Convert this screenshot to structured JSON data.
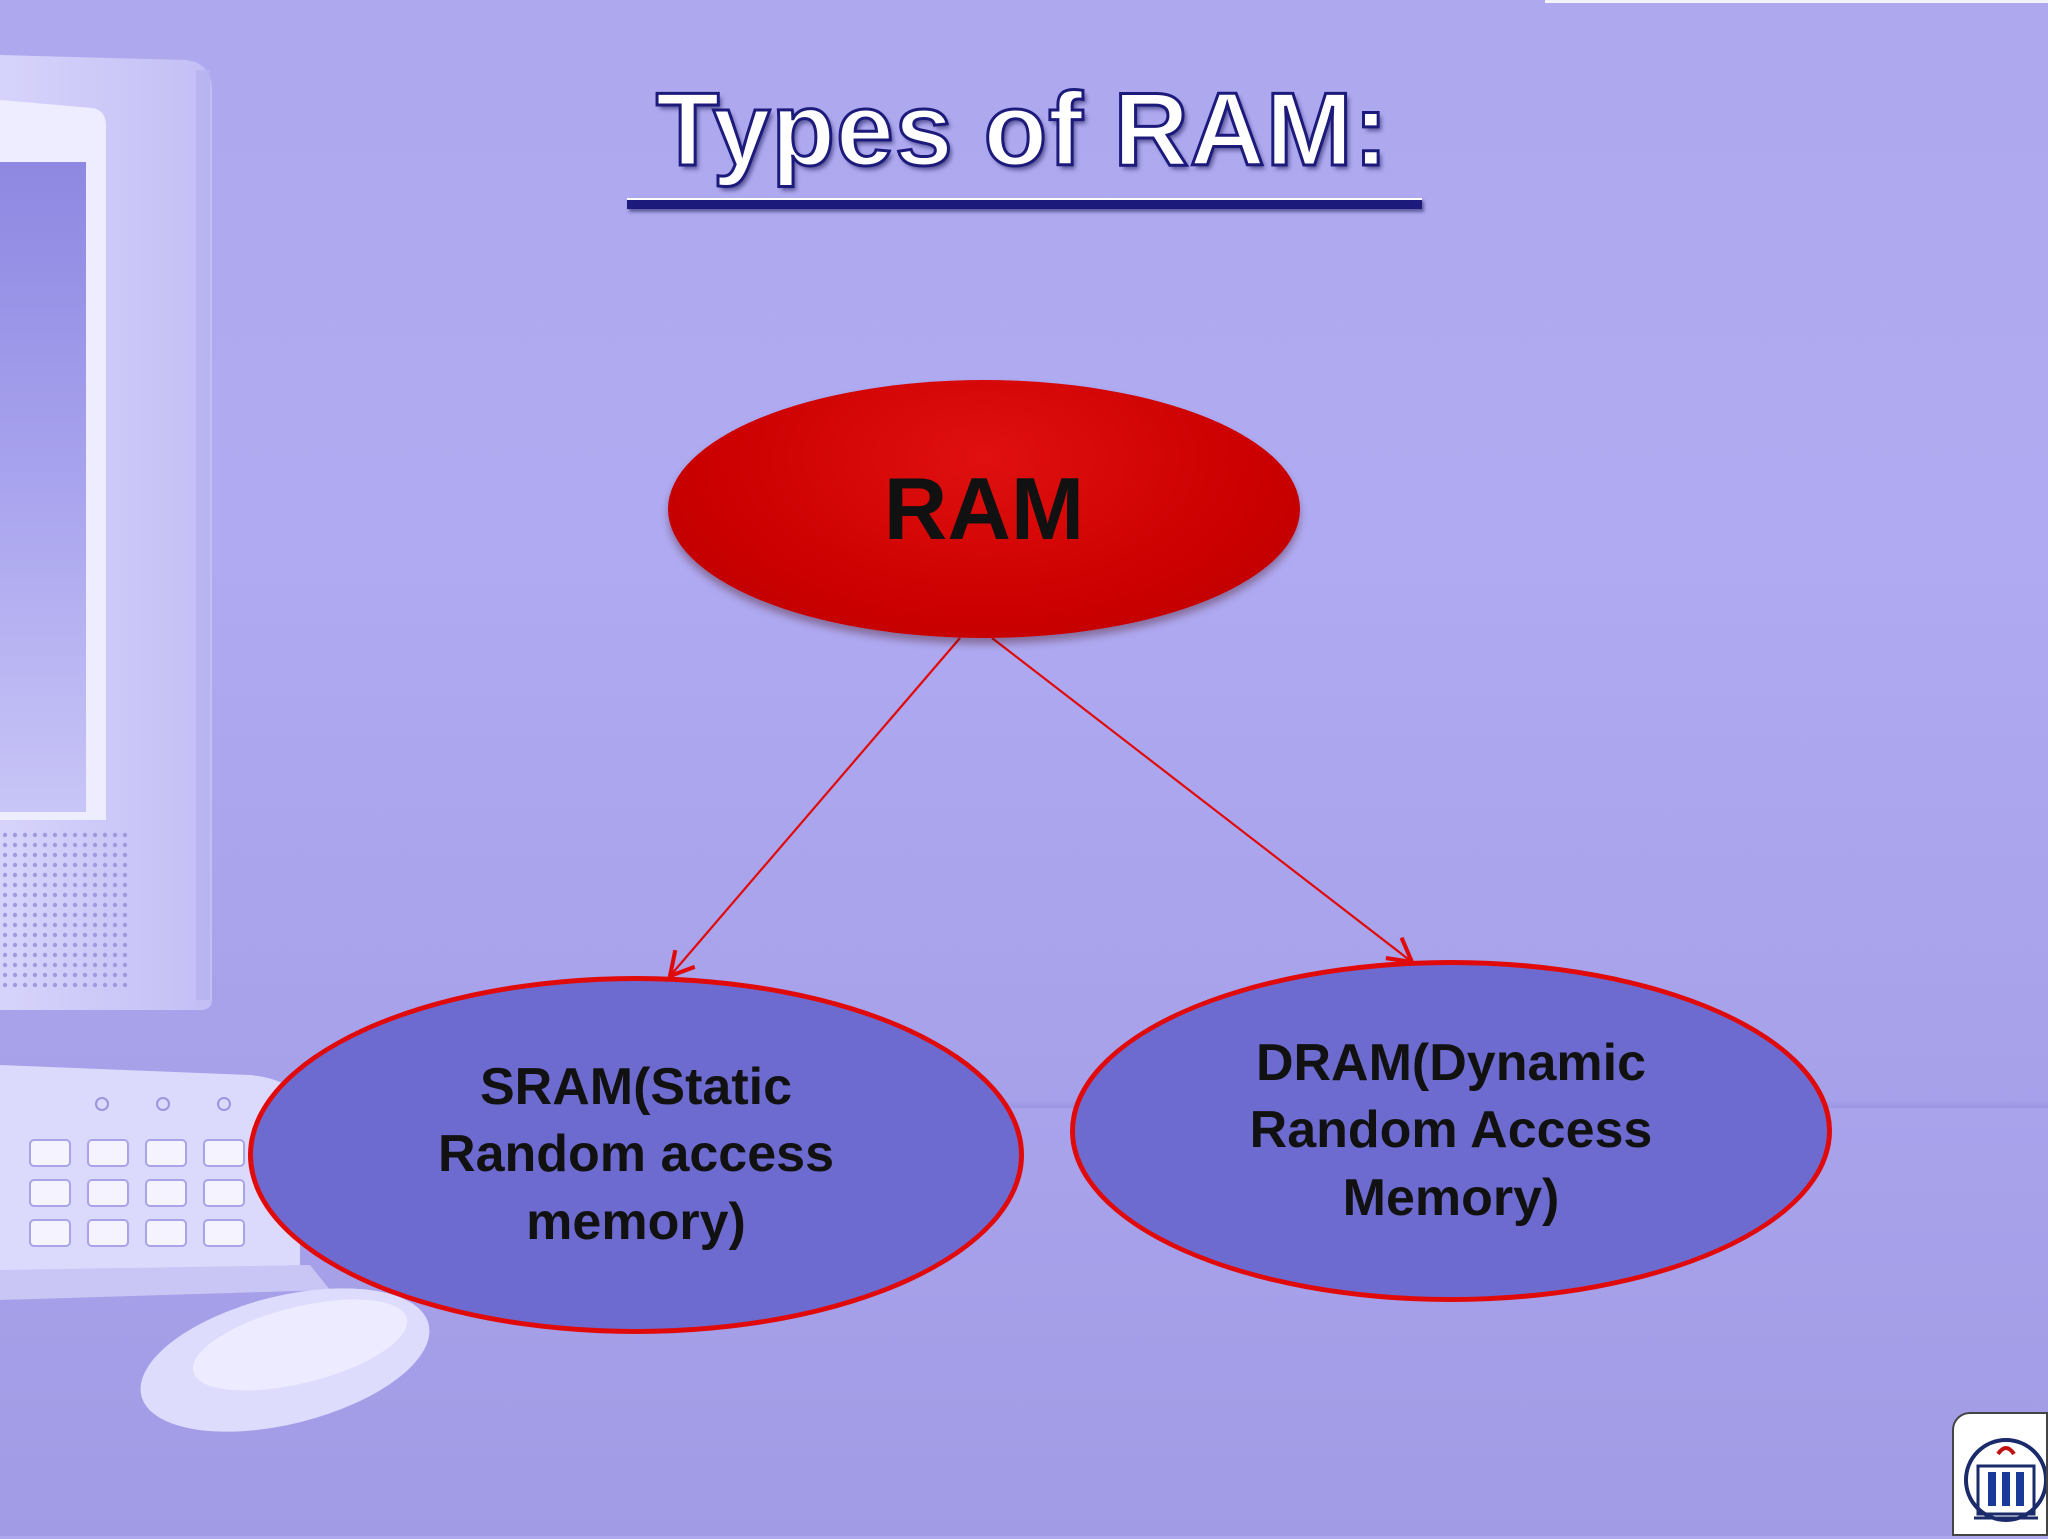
{
  "slide": {
    "title": "Types of RAM:"
  },
  "diagram": {
    "root": {
      "label": "RAM",
      "fill": "#cc0000"
    },
    "children": [
      {
        "label": "SRAM(Static\nRandom access\nmemory)",
        "fill": "#6e6bd0",
        "border": "#e00a0a"
      },
      {
        "label": "DRAM(Dynamic\nRandom Access\nMemory)",
        "fill": "#6e6bd0",
        "border": "#e00a0a"
      }
    ],
    "edge_color": "#e00a0a"
  },
  "background": {
    "accent": "#aea8ee",
    "ink": "#1c1a7a"
  }
}
